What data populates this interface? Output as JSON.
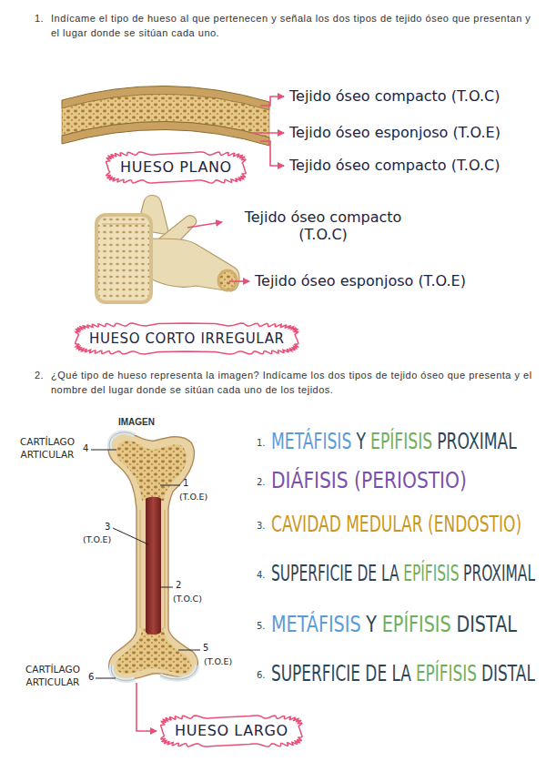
{
  "diagram": {
    "nodes": [
      {
        "text": [
          "HUESO PLANO"
        ]
      },
      {
        "text": [
          "HUESO CORTO IRREGULAR"
        ]
      },
      {
        "text": [
          "HUESO LARGO"
        ]
      }
    ],
    "labels": [
      "1.",
      "Indícame el tipo de hueso al que pertenecen y señala los dos tipos de tejido óseo que presentan y el lugar donde se sitúan cada uno.",
      "Tejido óseo compacto (T.O.C)",
      "Tejido óseo esponjoso (T.O.E)",
      "Tejido óseo compacto (T.O.C)",
      "Tejido óseo compacto (T.O.C)",
      "Tejido óseo esponjoso (T.O.E)",
      "2.",
      "¿Qué tipo de hueso representa la imagen? Indícame los dos tipos de tejido óseo que presenta y el nombre del lugar donde se sitúan cada uno de los tejidos.",
      "IMAGEN",
      "CARTÍLAGO ARTICULAR",
      "4",
      "1",
      "(T.O.E)",
      "3",
      "(T.O.E)",
      "2",
      "(T.O.C)",
      "5",
      "(T.O.E)",
      "CARTÍLAGO ARTICULAR",
      "6",
      "1.",
      "METÁFISIS",
      "Y",
      "EPÍFISIS",
      "PROXIMAL",
      "2.",
      "DIÁFISIS (PERIOSTIO)",
      "3.",
      "CAVIDAD MEDULAR (ENDOSTIO)",
      "4.",
      "SUPERFICIE DE LA",
      "EPÍFISIS",
      "PROXIMAL",
      "5.",
      "METÁFISIS",
      "Y",
      "EPÍFISIS",
      "DISTAL",
      "6.",
      "SUPERFICIE DE LA",
      "EPÍFISIS",
      "DISTAL"
    ]
  }
}
